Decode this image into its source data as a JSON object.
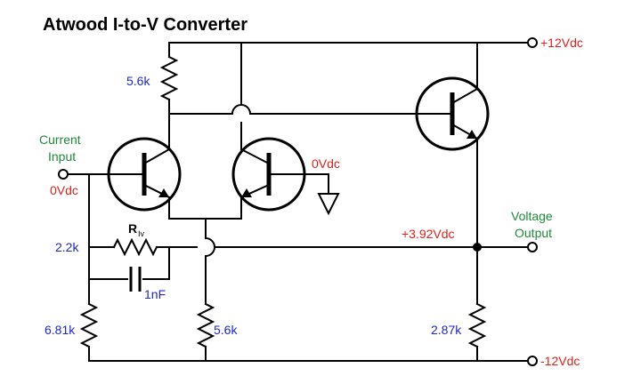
{
  "title": "Atwood I-to-V Converter",
  "labels": {
    "supply_pos": "+12Vdc",
    "supply_neg": "-12Vdc",
    "current_input_line1": "Current",
    "current_input_line2": "Input",
    "input_voltage": "0Vdc",
    "base_voltage": "0Vdc",
    "output_node_voltage": "+3.92Vdc",
    "voltage_output_line1": "Voltage",
    "voltage_output_line2": "Output"
  },
  "components": {
    "r_top": "5.6k",
    "r_feedback_name": "R",
    "r_feedback_sub": "Iv",
    "r_feedback_value": "2.2k",
    "c_feedback": "1nF",
    "r_input_ground": "6.81k",
    "r_tail": "5.6k",
    "r_output": "2.87k"
  },
  "colors": {
    "voltage": "#e0201b",
    "component_value": "#1c28c8",
    "signal_name": "#1e8a3a"
  }
}
